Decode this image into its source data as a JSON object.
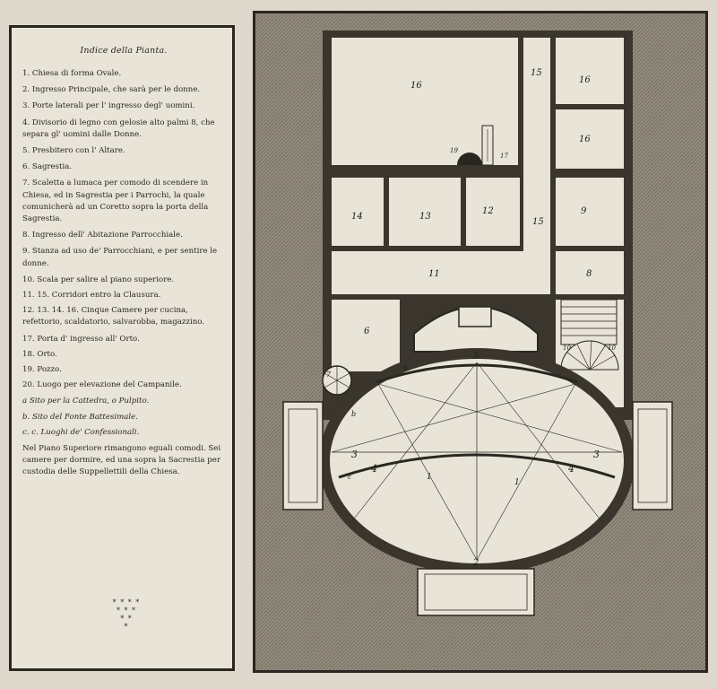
{
  "legend": {
    "title": "Indice della Pianta.",
    "items": [
      "1. Chiesa di forma Ovale.",
      "2. Ingresso Principale, che sarà per le donne.",
      "3. Porte laterali per l' ingresso degl' uomini.",
      "4. Divisorio di legno con gelosie alto palmi 8, che separa gl' uomini dalle Donne.",
      "5. Presbitero con l' Altare.",
      "6. Sagrestia.",
      "7. Scaletta a lumaca per comodo di scendere in Chiesa, ed in Sagrestia per i Parrochi, la quale comunicherà ad un Coretto sopra la porta della Sagrestia.",
      "8. Ingresso dell' Abitazione Parrocchiale.",
      "9. Stanza ad uso de' Parrocchiani, e per sentire le donne.",
      "10. Scala per salire al piano superiore.",
      "11. 15. Corridori entro la Clausura.",
      "12. 13. 14. 16. Cinque Camere per cucina, refettorio, scaldatorio, salvarobba, magazzino.",
      "17. Porta d' ingresso all' Orto.",
      "18. Orto.",
      "19. Pozzo.",
      "20. Luogo per elevazione del Campanile."
    ],
    "sub_items": [
      "a Sito per la Cattedra, o Pulpito.",
      "b. Sito del Fonte Battesimale.",
      "c. c. Luoghi de' Confessionali."
    ],
    "note": "Nel Piano Superiore rimangono eguali comodi. Sei camere per dormire, ed una sopra la Sacrestia per custodia delle Suppellettili della Chiesa.",
    "stars": "* * * *\n* * *\n* *\n*"
  },
  "plan_labels": {
    "l16a": "16",
    "l16b": "16",
    "l16c": "16",
    "l15a": "15",
    "l15b": "15",
    "l17": "17",
    "l19": "19",
    "l14": "14",
    "l13": "13",
    "l12": "12",
    "l9": "9",
    "l11": "11",
    "l8": "8",
    "l6": "6",
    "l10a": "10",
    "l10b": "10",
    "l7": "7",
    "l5": "5",
    "la": "a",
    "lb": "b",
    "l3a": "3",
    "l3b": "3",
    "l4a": "4",
    "l4b": "4",
    "l1a": "1",
    "l1b": "1",
    "lc": "c",
    "l2": "2"
  },
  "colors": {
    "ink": "#2a2620",
    "paper": "#e8e4d8",
    "hatch": "#8d8678",
    "wall": "#3a352d"
  }
}
